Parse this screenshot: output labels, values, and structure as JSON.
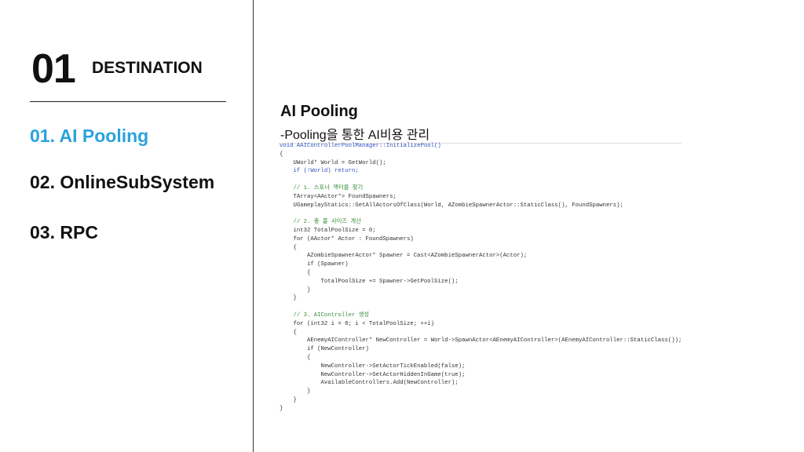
{
  "section": {
    "number": "01",
    "title": "DESTINATION"
  },
  "menu": [
    {
      "label": "01. AI Pooling",
      "active": true
    },
    {
      "label": "02. OnlineSubSystem",
      "active": false
    },
    {
      "label": "03. RPC",
      "active": false
    }
  ],
  "content": {
    "title": "AI Pooling",
    "subtitle": "-Pooling을 통한 AI비용 관리",
    "code": [
      {
        "t": "void AAIControllerPoolManager::InitializePool()",
        "k": "kw"
      },
      {
        "t": "{",
        "k": ""
      },
      {
        "t": "    UWorld* World = GetWorld();",
        "k": ""
      },
      {
        "t": "    if (!World) return;",
        "k": "kw"
      },
      {
        "t": "",
        "k": ""
      },
      {
        "t": "    // 1. 스포너 액터를 찾기",
        "k": "comment"
      },
      {
        "t": "    TArray<AActor*> FoundSpawners;",
        "k": ""
      },
      {
        "t": "    UGameplayStatics::GetAllActorsOfClass(World, AZombieSpawnerActor::StaticClass(), FoundSpawners);",
        "k": ""
      },
      {
        "t": "",
        "k": ""
      },
      {
        "t": "    // 2. 총 풀 사이즈 계산",
        "k": "comment"
      },
      {
        "t": "    int32 TotalPoolSize = 0;",
        "k": ""
      },
      {
        "t": "    for (AActor* Actor : FoundSpawners)",
        "k": ""
      },
      {
        "t": "    {",
        "k": ""
      },
      {
        "t": "        AZombieSpawnerActor* Spawner = Cast<AZombieSpawnerActor>(Actor);",
        "k": ""
      },
      {
        "t": "        if (Spawner)",
        "k": ""
      },
      {
        "t": "        {",
        "k": ""
      },
      {
        "t": "            TotalPoolSize += Spawner->GetPoolSize();",
        "k": ""
      },
      {
        "t": "        }",
        "k": ""
      },
      {
        "t": "    }",
        "k": ""
      },
      {
        "t": "",
        "k": ""
      },
      {
        "t": "    // 3. AIController 생성",
        "k": "comment"
      },
      {
        "t": "    for (int32 i = 0; i < TotalPoolSize; ++i)",
        "k": ""
      },
      {
        "t": "    {",
        "k": ""
      },
      {
        "t": "        AEnemyAIController* NewController = World->SpawnActor<AEnemyAIController>(AEnemyAIController::StaticClass());",
        "k": ""
      },
      {
        "t": "        if (NewController)",
        "k": ""
      },
      {
        "t": "        {",
        "k": ""
      },
      {
        "t": "            NewController->SetActorTickEnabled(false);",
        "k": ""
      },
      {
        "t": "            NewController->SetActorHiddenInGame(true);",
        "k": ""
      },
      {
        "t": "            AvailableControllers.Add(NewController);",
        "k": ""
      },
      {
        "t": "        }",
        "k": ""
      },
      {
        "t": "    }",
        "k": ""
      },
      {
        "t": "}",
        "k": ""
      }
    ]
  }
}
